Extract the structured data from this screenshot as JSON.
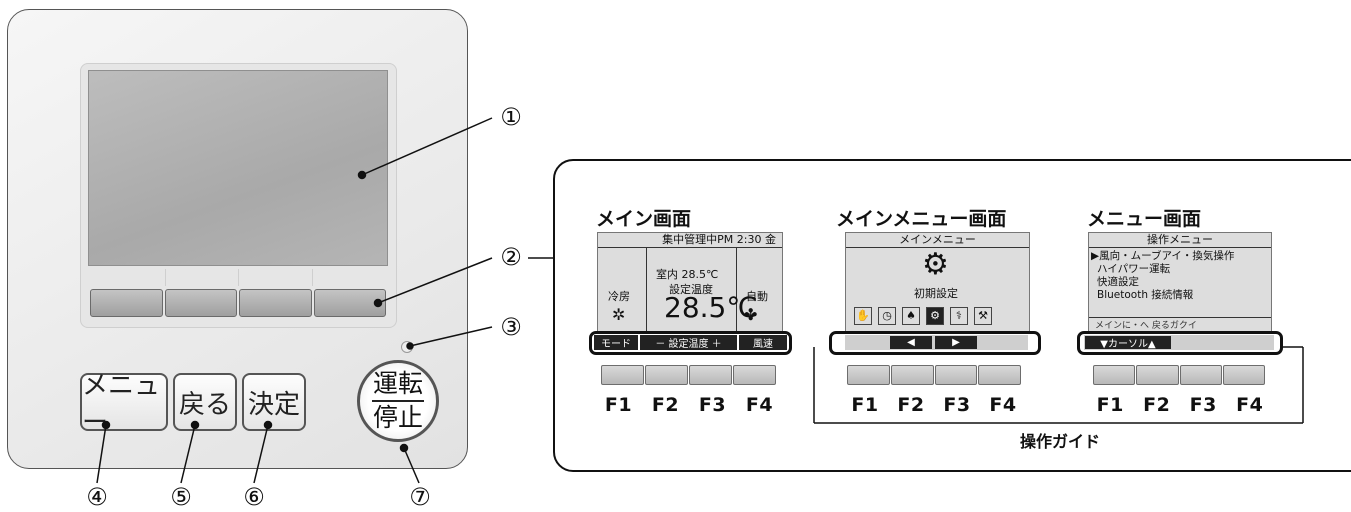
{
  "remote": {
    "buttons": {
      "menu": "メニュー",
      "back": "戻る",
      "enter": "決定"
    },
    "run_stop": {
      "top": "運転",
      "bottom": "停止"
    }
  },
  "callouts": [
    "①",
    "②",
    "③",
    "④",
    "⑤",
    "⑥",
    "⑦"
  ],
  "screens": {
    "main": {
      "title": "メイン画面",
      "header": "集中管理中PM 2:30 金",
      "room": "室内 28.5℃",
      "set_label": "設定温度",
      "mode": "冷房",
      "fan": "自動",
      "temp": "28.5℃",
      "fbar": [
        "モード",
        "－ 設定温度 ＋",
        "風速"
      ]
    },
    "main_menu": {
      "title": "メインメニュー画面",
      "header": "メインメニュー",
      "selected": "初期設定",
      "arrows": [
        "◀",
        "▶"
      ]
    },
    "menu": {
      "title": "メニュー画面",
      "header": "操作メニュー",
      "items": [
        "▶風向・ムーブアイ・換気操作",
        "ハイパワー運転",
        "快適設定",
        "Bluetooth 接続情報"
      ],
      "foot": "メインに・へ 戻るガクイ",
      "fbar": "▼カーソル▲"
    }
  },
  "fkeys": [
    "F1",
    "F2",
    "F3",
    "F4"
  ],
  "guide_label": "操作ガイド"
}
